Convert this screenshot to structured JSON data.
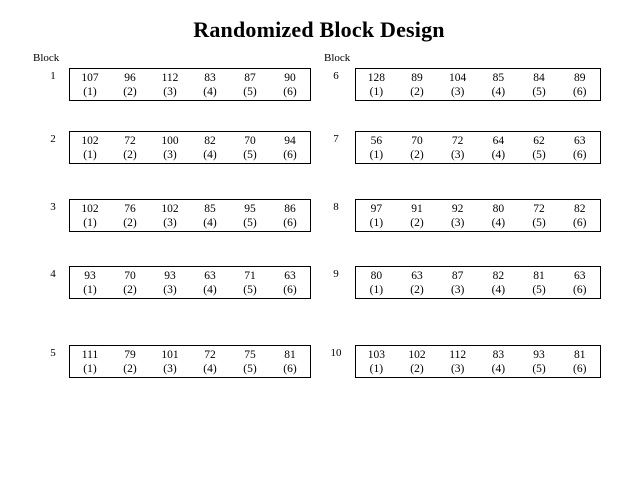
{
  "document": {
    "title": "Randomized Block Design"
  },
  "columns": [
    {
      "header": "Block",
      "blocks": [
        {
          "label": "1",
          "values": [
            "107",
            "96",
            "112",
            "83",
            "87",
            "90"
          ],
          "treatments": [
            "(1)",
            "(2)",
            "(3)",
            "(4)",
            "(5)",
            "(6)"
          ]
        },
        {
          "label": "2",
          "values": [
            "102",
            "72",
            "100",
            "82",
            "70",
            "94"
          ],
          "treatments": [
            "(1)",
            "(2)",
            "(3)",
            "(4)",
            "(5)",
            "(6)"
          ]
        },
        {
          "label": "3",
          "values": [
            "102",
            "76",
            "102",
            "85",
            "95",
            "86"
          ],
          "treatments": [
            "(1)",
            "(2)",
            "(3)",
            "(4)",
            "(5)",
            "(6)"
          ]
        },
        {
          "label": "4",
          "values": [
            "93",
            "70",
            "93",
            "63",
            "71",
            "63"
          ],
          "treatments": [
            "(1)",
            "(2)",
            "(3)",
            "(4)",
            "(5)",
            "(6)"
          ]
        },
        {
          "label": "5",
          "values": [
            "111",
            "79",
            "101",
            "72",
            "75",
            "81"
          ],
          "treatments": [
            "(1)",
            "(2)",
            "(3)",
            "(4)",
            "(5)",
            "(6)"
          ]
        }
      ]
    },
    {
      "header": "Block",
      "blocks": [
        {
          "label": "6",
          "values": [
            "128",
            "89",
            "104",
            "85",
            "84",
            "89"
          ],
          "treatments": [
            "(1)",
            "(2)",
            "(3)",
            "(4)",
            "(5)",
            "(6)"
          ]
        },
        {
          "label": "7",
          "values": [
            "56",
            "70",
            "72",
            "64",
            "62",
            "63"
          ],
          "treatments": [
            "(1)",
            "(2)",
            "(3)",
            "(4)",
            "(5)",
            "(6)"
          ]
        },
        {
          "label": "8",
          "values": [
            "97",
            "91",
            "92",
            "80",
            "72",
            "82"
          ],
          "treatments": [
            "(1)",
            "(2)",
            "(3)",
            "(4)",
            "(5)",
            "(6)"
          ]
        },
        {
          "label": "9",
          "values": [
            "80",
            "63",
            "87",
            "82",
            "81",
            "63"
          ],
          "treatments": [
            "(1)",
            "(2)",
            "(3)",
            "(4)",
            "(5)",
            "(6)"
          ]
        },
        {
          "label": "10",
          "values": [
            "103",
            "102",
            "112",
            "83",
            "93",
            "81"
          ],
          "treatments": [
            "(1)",
            "(2)",
            "(3)",
            "(4)",
            "(5)",
            "(6)"
          ]
        }
      ]
    }
  ],
  "layout": {
    "row_tops": [
      68,
      131,
      199,
      266,
      345
    ]
  },
  "colors": {
    "background": "#ffffff",
    "text": "#000000",
    "border": "#000000"
  }
}
